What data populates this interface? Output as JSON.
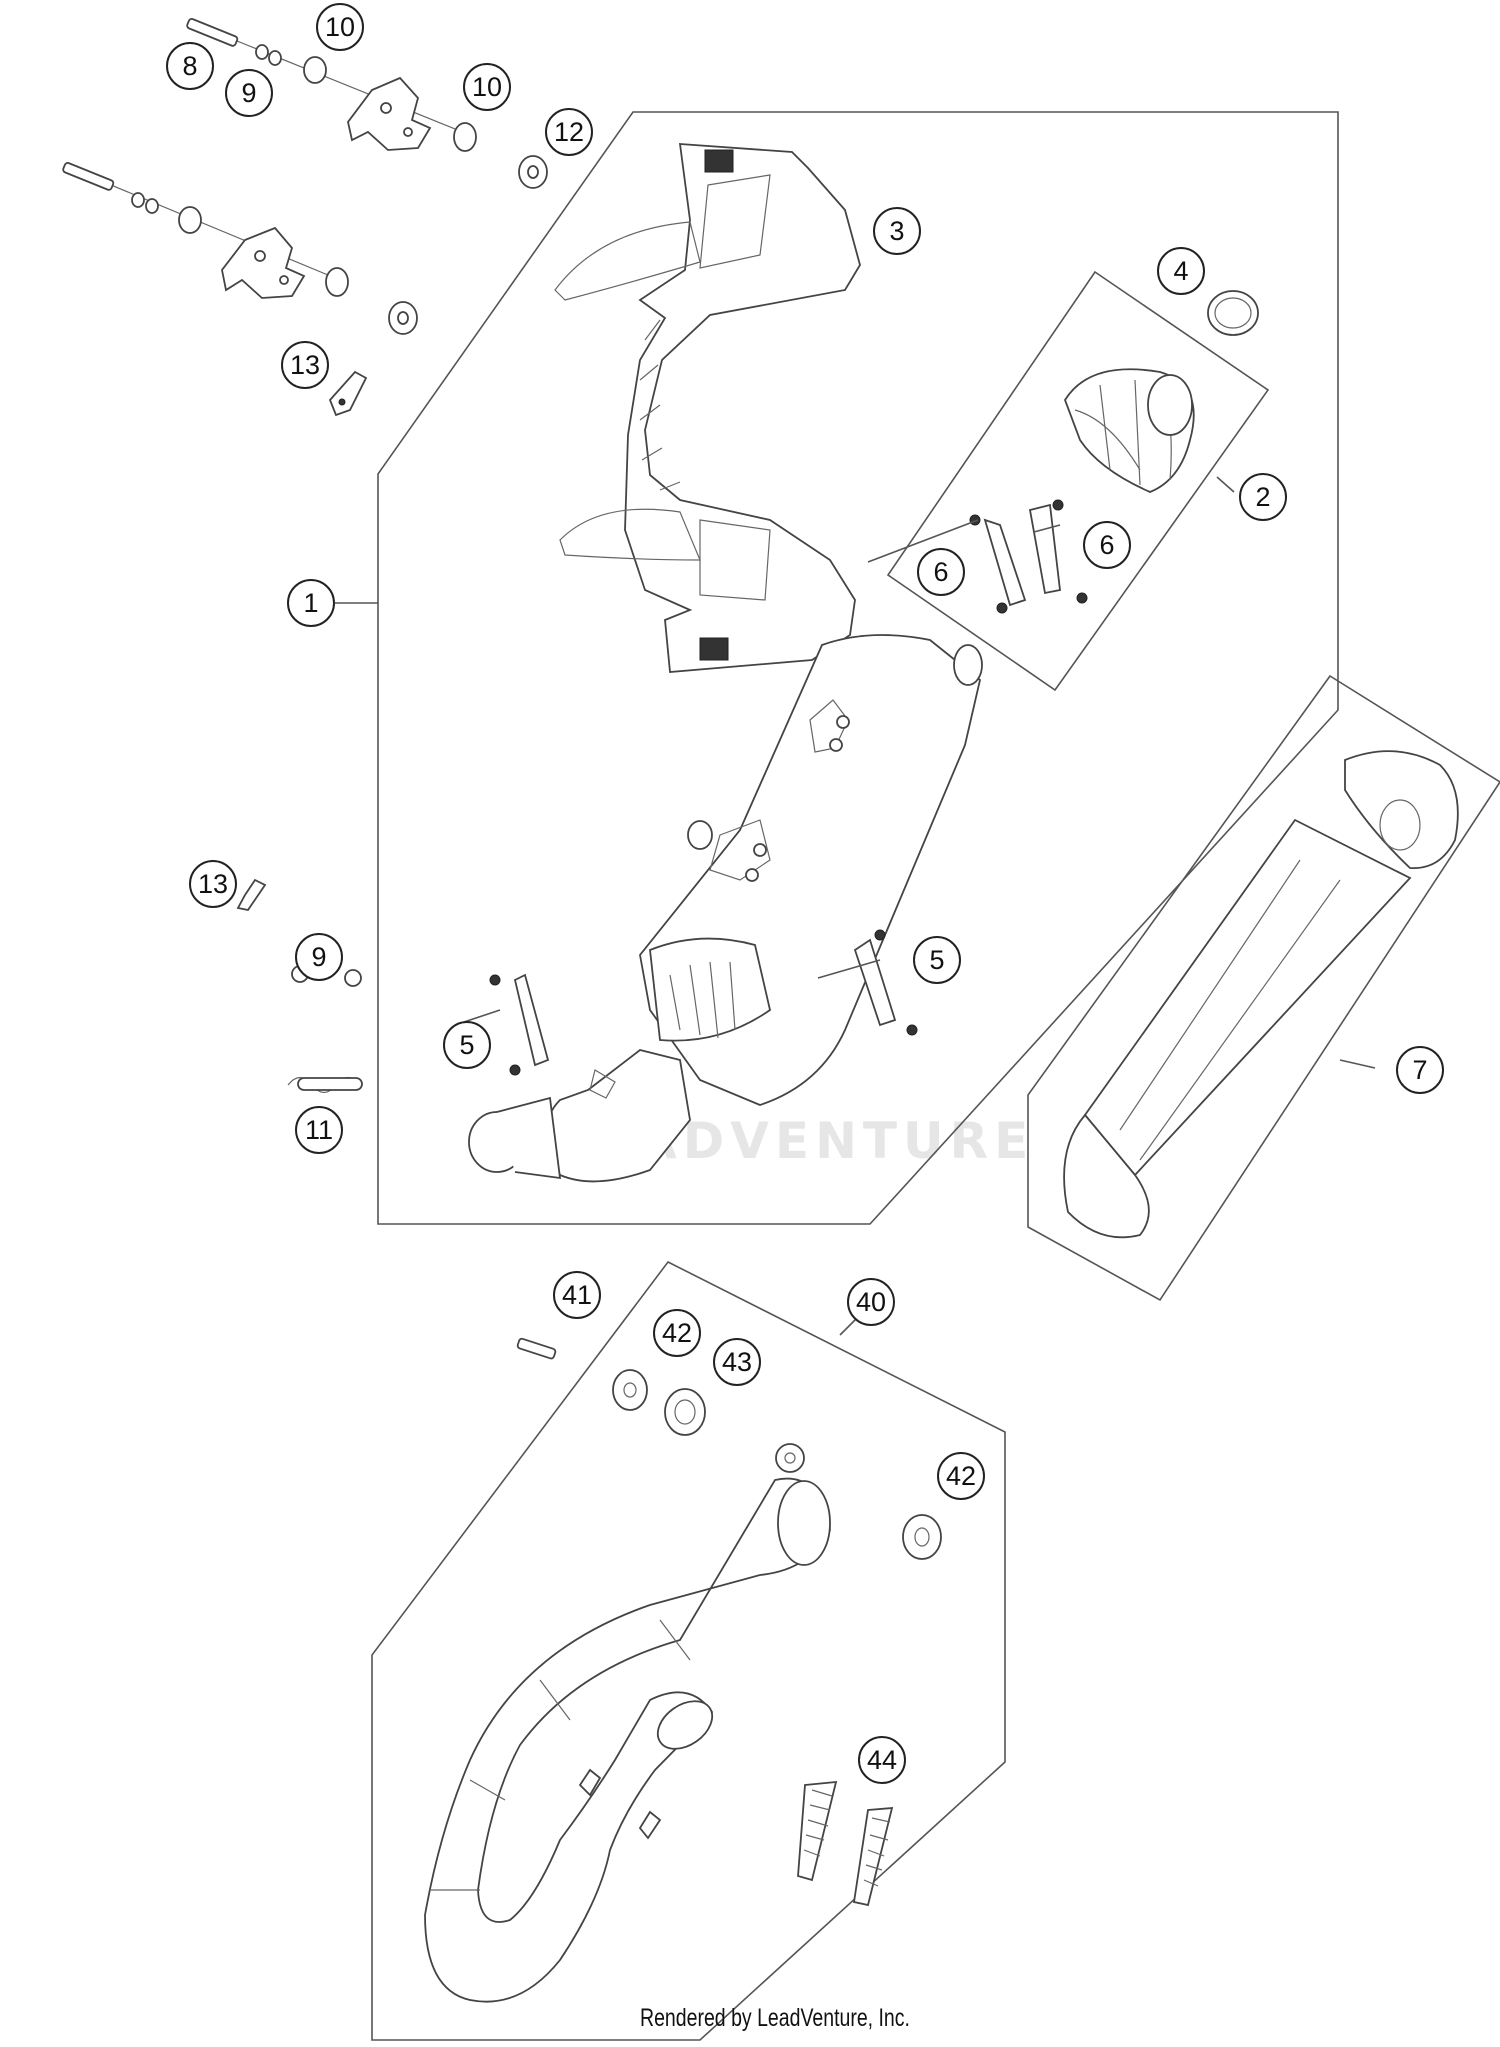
{
  "watermark": "LEADVENTURE",
  "footer": "Rendered by LeadVenture, Inc.",
  "callouts": {
    "c1": "1",
    "c2": "2",
    "c3": "3",
    "c4": "4",
    "c5a": "5",
    "c5b": "5",
    "c6a": "6",
    "c6b": "6",
    "c7": "7",
    "c8": "8",
    "c9a": "9",
    "c9b": "9",
    "c10a": "10",
    "c10b": "10",
    "c11": "11",
    "c12": "12",
    "c13a": "13",
    "c13b": "13",
    "c40": "40",
    "c41": "41",
    "c42a": "42",
    "c42b": "42",
    "c43": "43",
    "c44": "44"
  }
}
